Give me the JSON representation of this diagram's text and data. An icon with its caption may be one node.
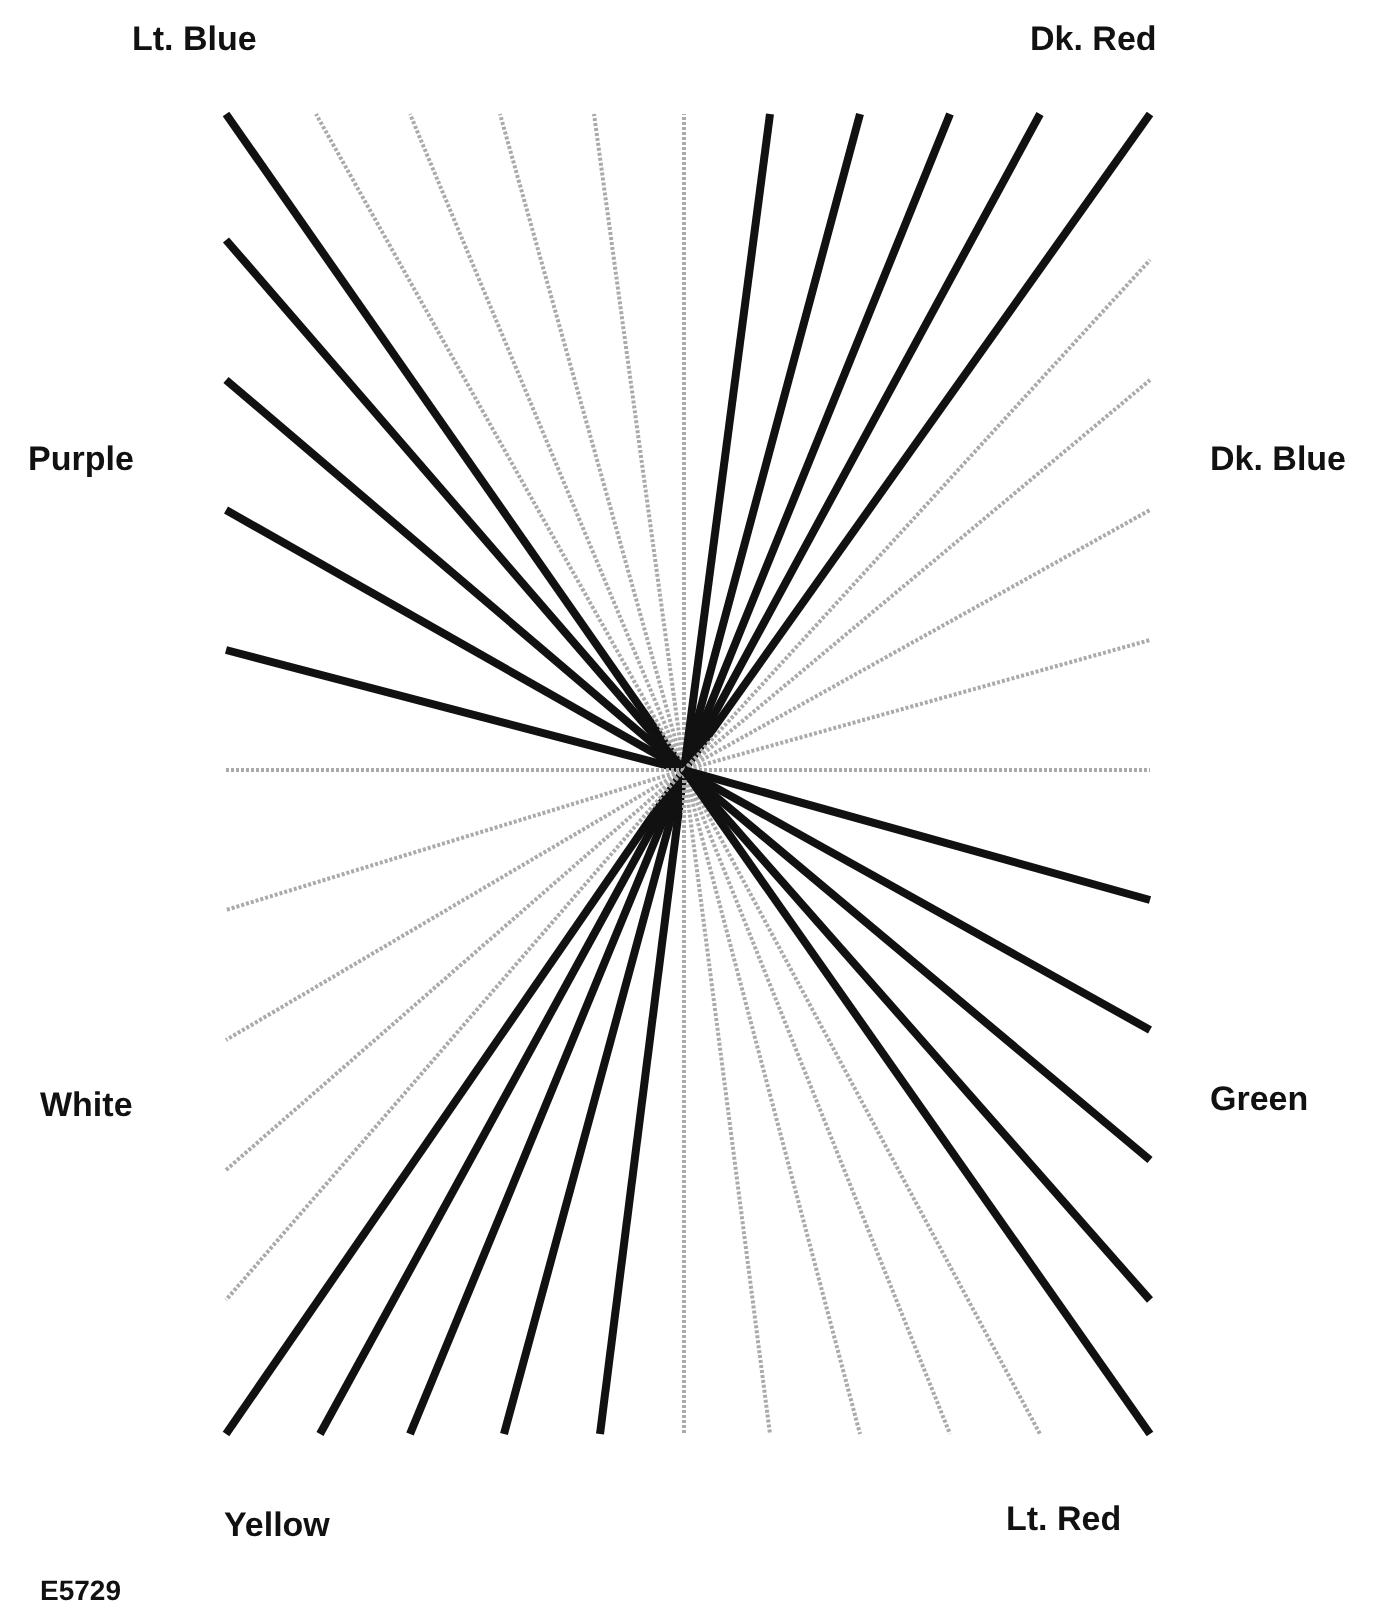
{
  "diagram": {
    "labels": [
      "Lt. Blue",
      "Dk. Red",
      "Purple",
      "Dk. Blue",
      "White",
      "Green",
      "Yellow",
      "Lt. Red",
      "E5729"
    ]
  }
}
